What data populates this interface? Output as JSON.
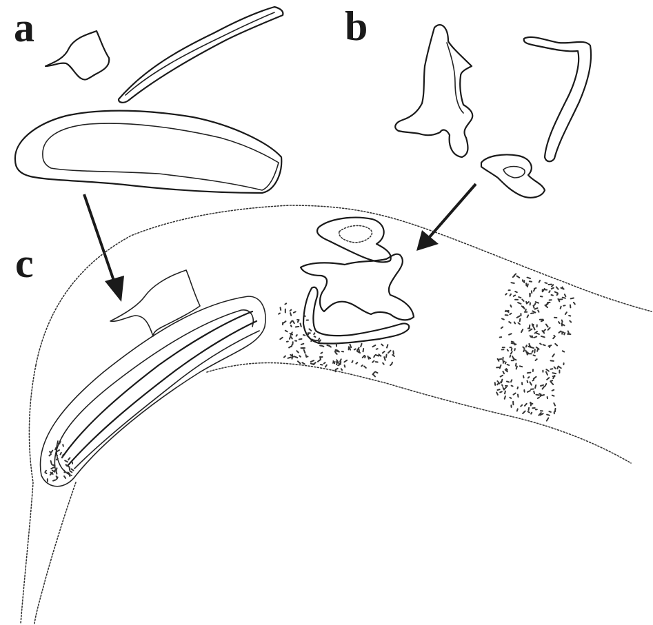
{
  "figure": {
    "panels": [
      {
        "key": "a",
        "label": "a"
      },
      {
        "key": "b",
        "label": "b"
      },
      {
        "key": "c",
        "label": "c"
      }
    ],
    "arrows": [
      {
        "from": "a",
        "to": "c"
      },
      {
        "from": "b",
        "to": "c"
      }
    ],
    "colors": {
      "line": "#1a1a1a",
      "background": "#ffffff"
    }
  }
}
